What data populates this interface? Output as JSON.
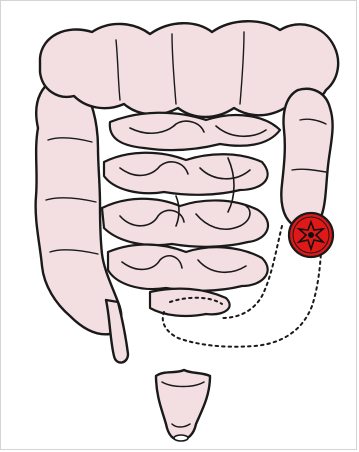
{
  "diagram": {
    "colors": {
      "tissue_fill": "#f3dfe2",
      "outline": "#1a1a1a",
      "lesion_fill": "#e01818",
      "lesion_core": "#111111",
      "frame_border": "#d4d4d4",
      "background": "#ffffff"
    },
    "parts": [
      "large-intestine",
      "small-intestine",
      "appendix",
      "rectum-anus",
      "hidden-colon-path",
      "lesion"
    ]
  }
}
